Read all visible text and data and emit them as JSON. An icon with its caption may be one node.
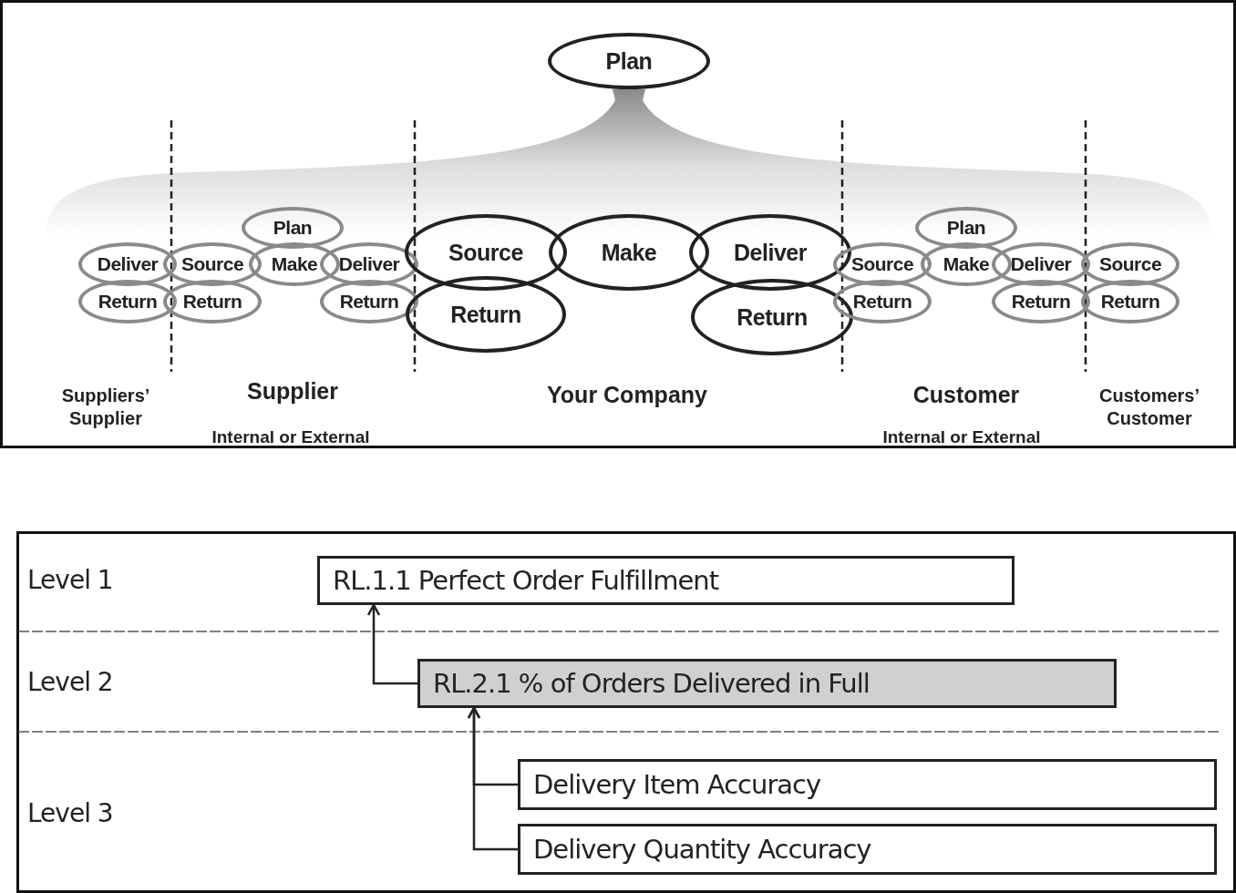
{
  "diagram": {
    "nodes": [
      {
        "text": [
          "Plan"
        ]
      },
      {
        "text": [
          "Deliver"
        ]
      },
      {
        "text": [
          "Return"
        ]
      },
      {
        "text": [
          "Plan"
        ]
      },
      {
        "text": [
          "Source"
        ]
      },
      {
        "text": [
          "Make"
        ]
      },
      {
        "text": [
          "Deliver"
        ]
      },
      {
        "text": [
          "Return"
        ]
      },
      {
        "text": [
          "Return"
        ]
      },
      {
        "text": [
          "Source"
        ]
      },
      {
        "text": [
          "Make"
        ]
      },
      {
        "text": [
          "Deliver"
        ]
      },
      {
        "text": [
          "Return"
        ]
      },
      {
        "text": [
          "Return"
        ]
      },
      {
        "text": [
          "Plan"
        ]
      },
      {
        "text": [
          "Source"
        ]
      },
      {
        "text": [
          "Make"
        ]
      },
      {
        "text": [
          "Deliver"
        ]
      },
      {
        "text": [
          "Return"
        ]
      },
      {
        "text": [
          "Return"
        ]
      },
      {
        "text": [
          "Source"
        ]
      },
      {
        "text": [
          "Return"
        ]
      },
      {
        "text": [
          "RL.1.1 Perfect Order Fulfillment"
        ]
      },
      {
        "text": [
          "RL.2.1 % of Orders Delivered in Full"
        ]
      },
      {
        "text": [
          "Delivery Item Accuracy"
        ]
      },
      {
        "text": [
          "Delivery Quantity Accuracy"
        ]
      }
    ],
    "edges": [
      {
        "from": 23,
        "to": 22,
        "arrow": "to"
      },
      {
        "from": 24,
        "to": 23,
        "arrow": "to"
      },
      {
        "from": 25,
        "to": 23,
        "arrow": "to"
      }
    ],
    "labels": [
      "Suppliers’ Supplier",
      "Supplier",
      "Internal or External",
      "Your Company",
      "Customer",
      "Internal or External",
      "Customers’ Customer",
      "Level 1",
      "Level 2",
      "Level 3"
    ]
  }
}
